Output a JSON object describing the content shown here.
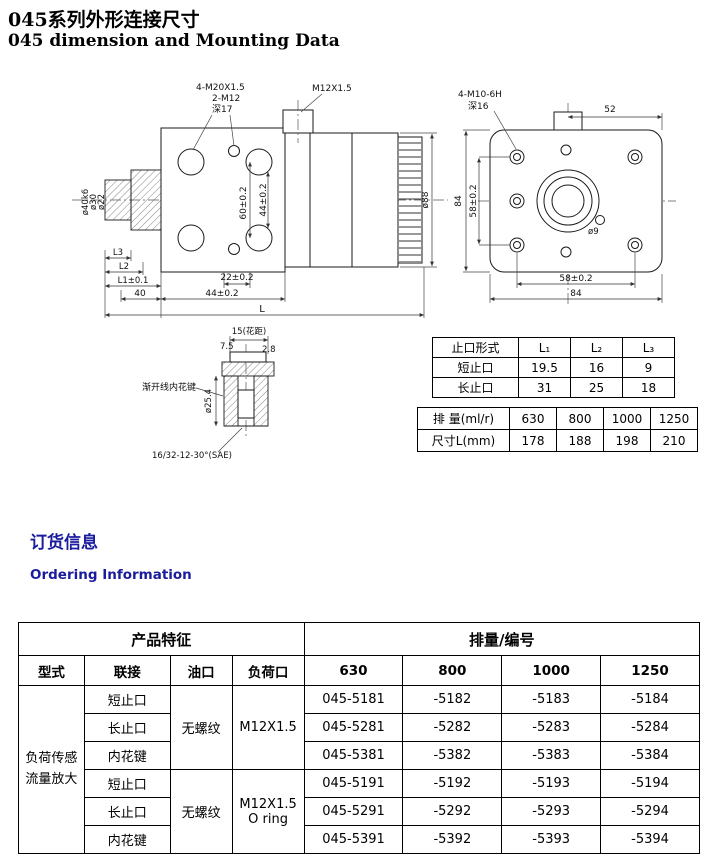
{
  "page": {
    "title_zh": "045系列外形连接尺寸",
    "title_en": "045 dimension and Mounting Data"
  },
  "drawing_left": {
    "label_4m20": "4-M20X1.5",
    "label_2m12": "2-M12",
    "label_depth17": "深17",
    "label_m12": "M12X1.5",
    "dim_60": "60±0.2",
    "dim_44_vertical": "44±0.2",
    "dim_d88": "ø88",
    "dim_22": "22±0.2",
    "dim_40": "40",
    "dim_44_horizontal": "44±0.2",
    "dim_L": "L",
    "dim_L3": "L3",
    "dim_L2": "L2",
    "dim_L1": "L1±0.1",
    "dim_d40": "ø40k6",
    "dim_d30": "ø30",
    "dim_d22": "ø22"
  },
  "drawing_right": {
    "label_4m10": "4-M10-6H",
    "label_depth16": "深16",
    "dim_52": "52",
    "dim_84_vertical": "84",
    "dim_58_vertical": "58±0.2",
    "dim_d9": "ø9",
    "dim_58_horizontal": "58±0.2",
    "dim_84_horizontal": "84"
  },
  "drawing_spline": {
    "dim_15": "15(花距)",
    "dim_7_5": "7.5",
    "dim_2_8": "2.8",
    "dim_d25_4": "ø25.4",
    "label_spline": "渐开线内花键",
    "label_sae": "16/32-12-30°(SAE)"
  },
  "port_table": {
    "headers": [
      "止口形式",
      "L₁",
      "L₂",
      "L₃"
    ],
    "rows": [
      {
        "label": "短止口",
        "l1": "19.5",
        "l2": "16",
        "l3": "9"
      },
      {
        "label": "长止口",
        "l1": "31",
        "l2": "25",
        "l3": "18"
      }
    ]
  },
  "size_table": {
    "rows": [
      {
        "label": "排 量(ml/r)",
        "v1": "630",
        "v2": "800",
        "v3": "1000",
        "v4": "1250"
      },
      {
        "label": "尺寸L(mm)",
        "v1": "178",
        "v2": "188",
        "v3": "198",
        "v4": "210"
      }
    ]
  },
  "ordering": {
    "heading_zh": "订货信息",
    "heading_en": "Ordering Information",
    "accent_color": "#1b1b9e"
  },
  "order_table": {
    "h_product": "产品特征",
    "h_disp": "排量/编号",
    "cols": [
      "型式",
      "联接",
      "油口",
      "负荷口",
      "630",
      "800",
      "1000",
      "1250"
    ],
    "type_label": "负荷传感流量放大",
    "rows": [
      {
        "conn": "短止口",
        "oil": "无螺纹",
        "load": "M12X1.5",
        "c1": "045-5181",
        "c2": "-5182",
        "c3": "-5183",
        "c4": "-5184"
      },
      {
        "conn": "长止口",
        "c1": "045-5281",
        "c2": "-5282",
        "c3": "-5283",
        "c4": "-5284"
      },
      {
        "conn": "内花键",
        "c1": "045-5381",
        "c2": "-5382",
        "c3": "-5383",
        "c4": "-5384"
      },
      {
        "conn": "短止口",
        "oil": "无螺纹",
        "load": "M12X1.5 O ring",
        "c1": "045-5191",
        "c2": "-5192",
        "c3": "-5193",
        "c4": "-5194"
      },
      {
        "conn": "长止口",
        "c1": "045-5291",
        "c2": "-5292",
        "c3": "-5293",
        "c4": "-5294"
      },
      {
        "conn": "内花键",
        "c1": "045-5391",
        "c2": "-5392",
        "c3": "-5393",
        "c4": "-5394"
      }
    ]
  }
}
